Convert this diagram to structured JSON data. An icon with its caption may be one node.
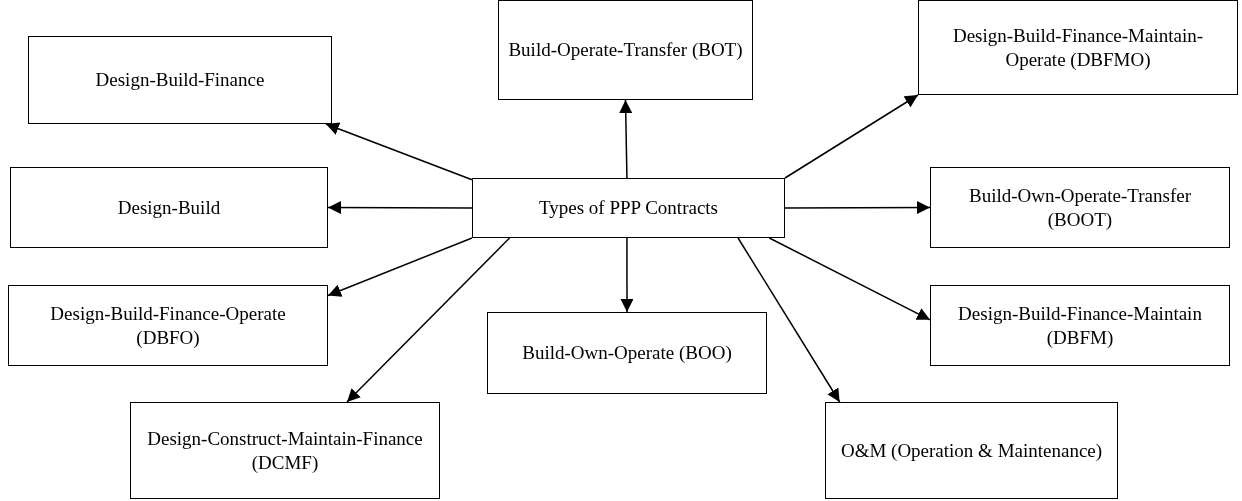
{
  "diagram": {
    "nodes": [
      {
        "text": [
          "Design-Build-Finance"
        ]
      },
      {
        "text": [
          "Build-Operate-Transfer (BOT)"
        ]
      },
      {
        "text": [
          "Design-Build-Finance-Maintain-Operate (DBFMO)"
        ]
      },
      {
        "text": [
          "Design-Build"
        ]
      },
      {
        "text": [
          "Types of PPP Contracts"
        ]
      },
      {
        "text": [
          "Build-Own-Operate-Transfer (BOOT)"
        ]
      },
      {
        "text": [
          "Design-Build-Finance-Operate (DBFO)"
        ]
      },
      {
        "text": [
          "Build-Own-Operate (BOO)"
        ]
      },
      {
        "text": [
          "Design-Build-Finance-Maintain (DBFM)"
        ]
      },
      {
        "text": [
          "Design-Construct-Maintain-Finance (DCMF)"
        ]
      },
      {
        "text": [
          "O&M (Operation & Maintenance)"
        ]
      }
    ],
    "edges": [
      {
        "from": 4,
        "to": 0,
        "arrow": "to"
      },
      {
        "from": 4,
        "to": 1,
        "arrow": "to"
      },
      {
        "from": 4,
        "to": 2,
        "arrow": "to"
      },
      {
        "from": 4,
        "to": 3,
        "arrow": "to"
      },
      {
        "from": 4,
        "to": 5,
        "arrow": "to"
      },
      {
        "from": 4,
        "to": 6,
        "arrow": "to"
      },
      {
        "from": 4,
        "to": 7,
        "arrow": "to"
      },
      {
        "from": 4,
        "to": 8,
        "arrow": "to"
      },
      {
        "from": 4,
        "to": 9,
        "arrow": "to"
      },
      {
        "from": 4,
        "to": 10,
        "arrow": "to"
      }
    ]
  }
}
